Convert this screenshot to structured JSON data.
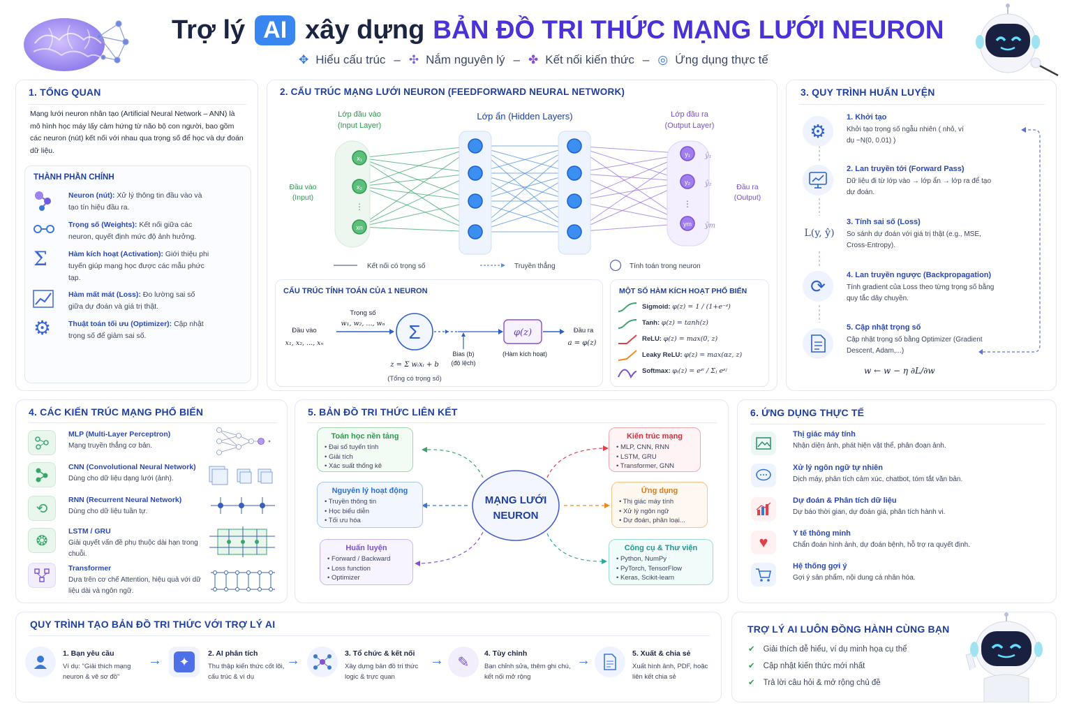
{
  "header": {
    "title_a": "Trợ lý",
    "title_ai": "AI",
    "title_b": "xây dựng",
    "title_c": "BẢN ĐỒ TRI THỨC MẠNG LƯỚI NEURON",
    "subtitles": [
      "Hiểu cấu trúc",
      "Nắm nguyên lý",
      "Kết nối kiến thức",
      "Ứng dụng thực tế"
    ],
    "sep": "–"
  },
  "s1": {
    "title": "1. TỔNG QUAN",
    "intro": "Mạng lưới neuron nhân tạo (Artificial Neural Network – ANN) là mô hình học máy lấy cảm hứng từ não bộ con người, bao gồm các neuron (nút) kết nối với nhau qua trọng số để học và dự đoán dữ liệu.",
    "comp_title": "THÀNH PHẦN CHÍNH",
    "items": [
      {
        "term": "Neuron (nút):",
        "desc": "Xử lý thông tin đầu vào và tạo tín hiệu đầu ra."
      },
      {
        "term": "Trọng số (Weights):",
        "desc": "Kết nối giữa các neuron, quyết định mức độ ảnh hưởng."
      },
      {
        "term": "Hàm kích hoạt (Activation):",
        "desc": "Giới thiệu phi tuyến giúp mạng học được các mẫu phức tạp."
      },
      {
        "term": "Hàm mất mát (Loss):",
        "desc": "Đo lường sai số giữa dự đoán và giá trị thật."
      },
      {
        "term": "Thuật toán tối ưu (Optimizer):",
        "desc": "Cập nhật trọng số để giảm sai số."
      }
    ]
  },
  "s2": {
    "title": "2. CẤU TRÚC MẠNG LƯỚI NEURON (FEEDFORWARD NEURAL NETWORK)",
    "input_layer": "Lớp đầu vào",
    "input_layer_en": "(Input Layer)",
    "hidden": "Lớp ẩn (Hidden Layers)",
    "output_layer": "Lớp đầu ra",
    "output_layer_en": "(Output Layer)",
    "in_label": "Đầu vào",
    "in_label_en": "(Input)",
    "out_label": "Đầu ra",
    "out_label_en": "(Output)",
    "x1": "x₁",
    "x2": "x₂",
    "xn": "xn",
    "y1": "y₁",
    "y2": "y₂",
    "ym": "ym",
    "yh1": "ŷ₁",
    "yh2": "ŷ₂",
    "yhm": "ŷm",
    "leg1": "Kết nối có trọng số",
    "leg2": "Truyền thẳng",
    "leg3": "Tính toán trong neuron",
    "neuron_title": "CẤU TRÚC TÍNH TOÁN CỦA 1 NEURON",
    "n_inputs": "Đầu vào",
    "n_inputs_f": "x₁, x₂, ..., xₙ",
    "n_weights": "Trọng số",
    "n_weights_f": "w₁, w₂, ..., wₙ",
    "n_sigma": "Σ",
    "n_sum_f": "z = Σ wᵢxᵢ + b",
    "n_sum_lbl": "(Tổng có trọng số)",
    "n_bias": "Bias (b)",
    "n_bias2": "(độ lệch)",
    "n_phi": "φ(z)",
    "n_phi_lbl": "(Hàm kích hoạt)",
    "n_out": "Đầu ra",
    "n_out_f": "a = φ(z)",
    "act_title": "MỘT SỐ HÀM KÍCH HOẠT PHỔ BIẾN",
    "acts": [
      {
        "name": "Sigmoid:",
        "f": "φ(z) = 1 / (1+e⁻ᶻ)"
      },
      {
        "name": "Tanh:",
        "f": "φ(z) = tanh(z)"
      },
      {
        "name": "ReLU:",
        "f": "φ(z) = max(0, z)"
      },
      {
        "name": "Leaky ReLU:",
        "f": "φ(z) = max(αz, z)"
      },
      {
        "name": "Softmax:",
        "f": "φᵢ(z) = eᶻⁱ / Σⱼ eᶻʲ"
      }
    ]
  },
  "s3": {
    "title": "3. QUY TRÌNH HUẤN LUYỆN",
    "steps": [
      {
        "t": "1. Khởi tạo",
        "d": "Khởi tạo trọng số ngẫu nhiên ( nhỏ, ví dụ ~N(0, 0.01) )"
      },
      {
        "t": "2. Lan truyền tới (Forward Pass)",
        "d": "Dữ liệu đi từ lớp vào → lớp ẩn → lớp ra để tạo dự đoán."
      },
      {
        "t": "3. Tính sai số (Loss)",
        "d": "So sánh dự đoán với giá trị thật (e.g., MSE, Cross-Entropy)."
      },
      {
        "t": "4. Lan truyền ngược (Backpropagation)",
        "d": "Tính gradient của Loss theo từng trọng số bằng quy tắc dây chuyền."
      },
      {
        "t": "5. Cập nhật trọng số",
        "d": "Cập nhật trọng số bằng Optimizer (Gradient Descent, Adam,...)"
      }
    ],
    "loss_sym": "L(y, ŷ)",
    "update_f": "w ← w − η ∂L/∂w"
  },
  "s4": {
    "title": "4. CÁC KIẾN TRÚC MẠNG PHỔ BIẾN",
    "items": [
      {
        "t": "MLP (Multi-Layer Perceptron)",
        "d": "Mạng truyền thẳng cơ bản."
      },
      {
        "t": "CNN (Convolutional Neural Network)",
        "d": "Dùng cho dữ liệu dạng lưới (ảnh)."
      },
      {
        "t": "RNN (Recurrent Neural Network)",
        "d": "Dùng cho dữ liệu tuần tự."
      },
      {
        "t": "LSTM / GRU",
        "d": "Giải quyết vấn đề phụ thuộc dài hạn trong chuỗi."
      },
      {
        "t": "Transformer",
        "d": "Dựa trên cơ chế Attention, hiệu quả với dữ liệu dài và ngôn ngữ."
      }
    ]
  },
  "s5": {
    "title": "5. BẢN ĐỒ TRI THỨC LIÊN KẾT",
    "center": "MẠNG LƯỚI NEURON",
    "center_a": "MẠNG LƯỚI",
    "center_b": "NEURON",
    "boxes": [
      {
        "t": "Toán học nền tảng",
        "items": [
          "Đại số tuyến tính",
          "Giải tích",
          "Xác suất thống kê"
        ],
        "color": "#3aa56a"
      },
      {
        "t": "Nguyên lý hoạt động",
        "items": [
          "Truyền thông tin",
          "Học biểu diễn",
          "Tối ưu hóa"
        ],
        "color": "#3a78d6"
      },
      {
        "t": "Huấn luyện",
        "items": [
          "Forward / Backward",
          "Loss function",
          "Optimizer"
        ],
        "color": "#8a4fd0"
      },
      {
        "t": "Kiến trúc mạng",
        "items": [
          "MLP, CNN, RNN",
          "LSTM, GRU",
          "Transformer, GNN"
        ],
        "color": "#e0404a"
      },
      {
        "t": "Ứng dụng",
        "items": [
          "Thị giác máy tính",
          "Xử lý ngôn ngữ",
          "Dự đoán, phân loại..."
        ],
        "color": "#f08a20"
      },
      {
        "t": "Công cụ & Thư viện",
        "items": [
          "Python, NumPy",
          "PyTorch, TensorFlow",
          "Keras, Scikit-learn"
        ],
        "color": "#2aa7a0"
      }
    ]
  },
  "s6": {
    "title": "6. ỨNG DỤNG THỰC TẾ",
    "items": [
      {
        "t": "Thị giác máy tính",
        "d": "Nhận diện ảnh, phát hiện vật thể, phân đoạn ảnh."
      },
      {
        "t": "Xử lý ngôn ngữ tự nhiên",
        "d": "Dịch máy, phân tích cảm xúc, chatbot, tóm tắt văn bản."
      },
      {
        "t": "Dự đoán & Phân tích dữ liệu",
        "d": "Dự báo thời gian, dự đoán giá, phân tích hành vi."
      },
      {
        "t": "Y tế thông minh",
        "d": "Chẩn đoán hình ảnh, dự đoán bệnh, hỗ trợ ra quyết định."
      },
      {
        "t": "Hệ thống gợi ý",
        "d": "Gợi ý sản phẩm, nội dung cá nhân hóa."
      }
    ]
  },
  "flow": {
    "title": "QUY TRÌNH TẠO BẢN ĐỒ TRI THỨC VỚI TRỢ LÝ AI",
    "steps": [
      {
        "t": "1. Bạn yêu cầu",
        "d": "Ví dụ: \"Giải thích mạng neuron & vẽ sơ đồ\""
      },
      {
        "t": "2. AI phân tích",
        "d": "Thu thập kiến thức cốt lõi, cấu trúc & ví dụ"
      },
      {
        "t": "3. Tổ chức & kết nối",
        "d": "Xây dựng bản đồ tri thức logic & trực quan"
      },
      {
        "t": "4. Tùy chỉnh",
        "d": "Bạn chỉnh sửa, thêm ghi chú, kết nối mở rộng"
      },
      {
        "t": "5. Xuất & chia sẻ",
        "d": "Xuất hình ảnh, PDF, hoặc liên kết chia sẻ"
      }
    ]
  },
  "assist": {
    "title": "TRỢ LÝ AI LUÔN ĐỒNG HÀNH CÙNG BẠN",
    "items": [
      "Giải thích dễ hiểu, ví dụ minh họa cụ thể",
      "Cập nhật kiến thức mới nhất",
      "Trả lời câu hỏi & mở rộng chủ đề"
    ]
  },
  "colors": {
    "navy": "#1f3fa0",
    "purple": "#4a33d6",
    "green": "#3aa56a",
    "blue": "#2f7fe0",
    "violet": "#8a4fd0"
  }
}
